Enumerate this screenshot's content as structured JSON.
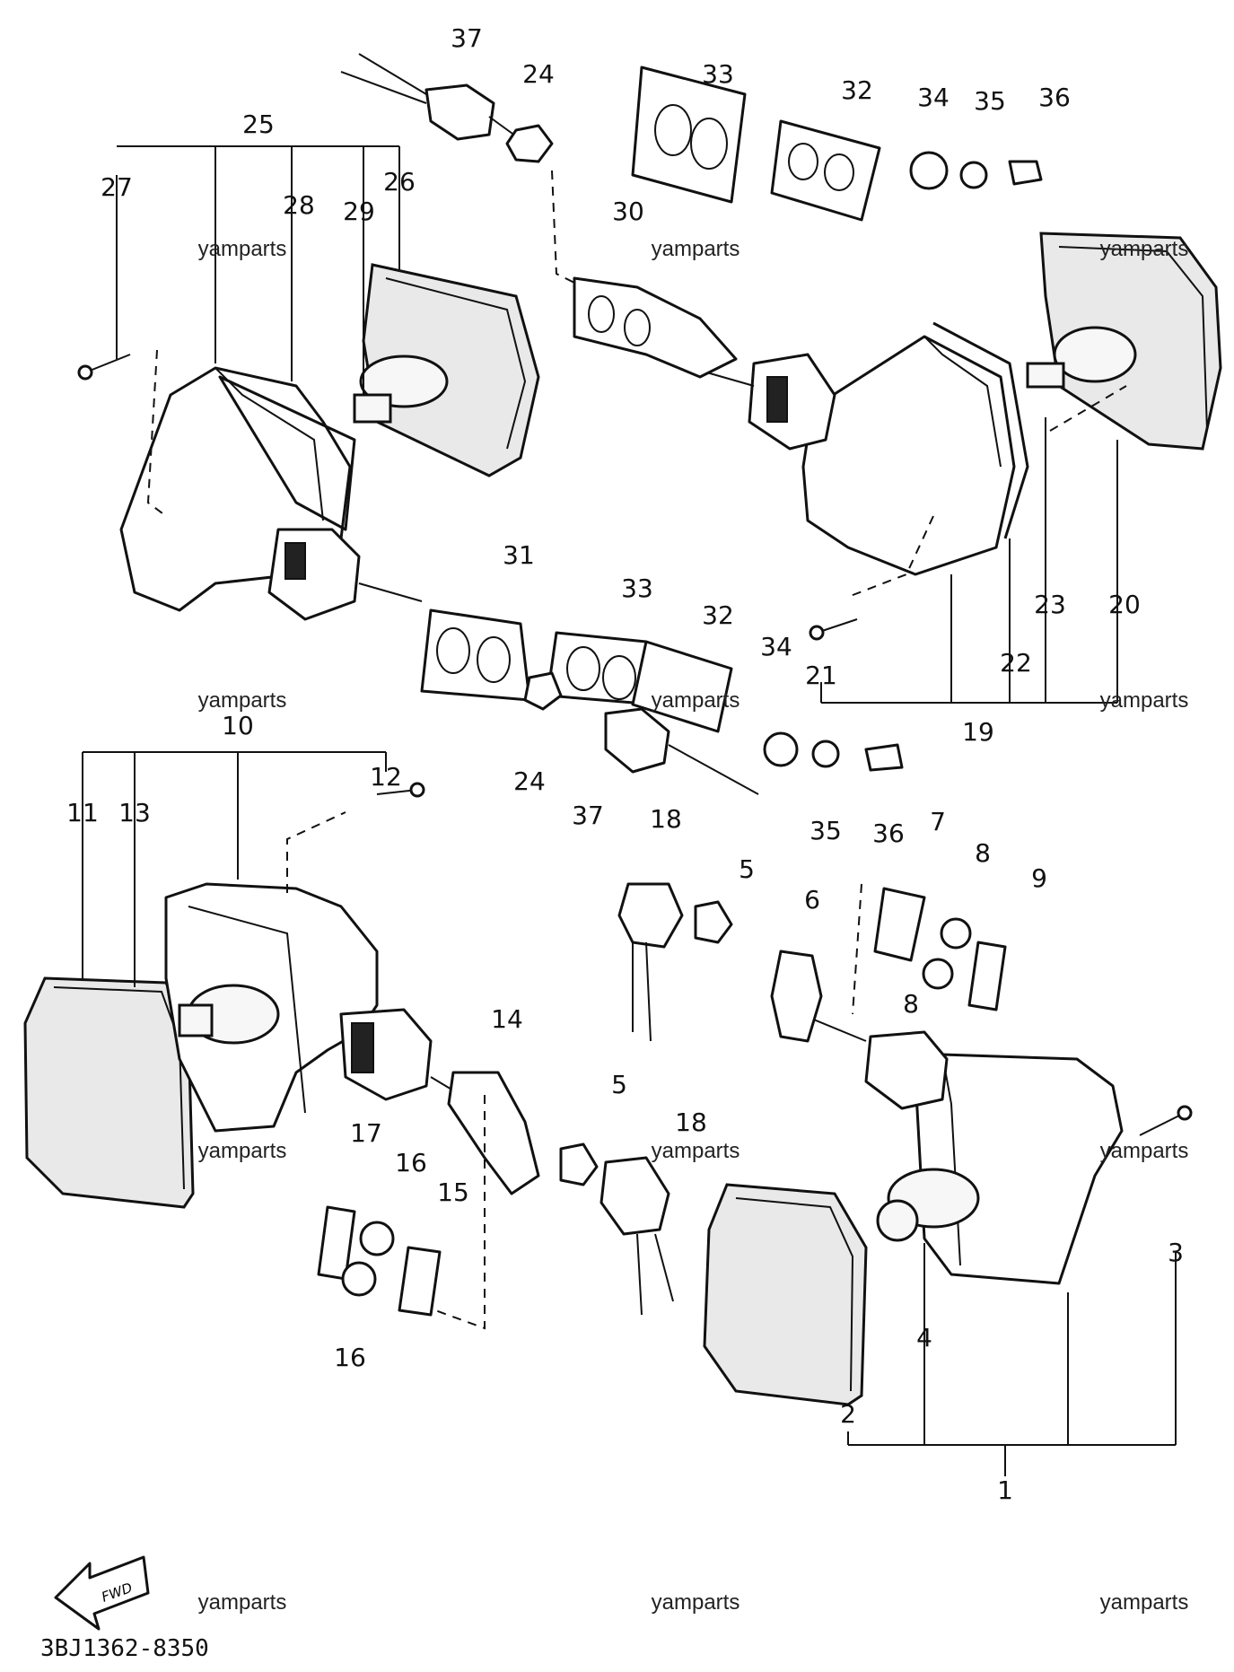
{
  "watermark": "yamparts",
  "diagram_code": "3BJ1362-8350",
  "fwd_arrow": {
    "label": "FWD"
  },
  "callouts": [
    {
      "num": "1"
    },
    {
      "num": "2"
    },
    {
      "num": "3"
    },
    {
      "num": "4"
    },
    {
      "num": "5"
    },
    {
      "num": "5"
    },
    {
      "num": "6"
    },
    {
      "num": "7"
    },
    {
      "num": "8"
    },
    {
      "num": "8"
    },
    {
      "num": "9"
    },
    {
      "num": "10"
    },
    {
      "num": "11"
    },
    {
      "num": "12"
    },
    {
      "num": "13"
    },
    {
      "num": "14"
    },
    {
      "num": "15"
    },
    {
      "num": "16"
    },
    {
      "num": "16"
    },
    {
      "num": "17"
    },
    {
      "num": "18"
    },
    {
      "num": "18"
    },
    {
      "num": "19"
    },
    {
      "num": "20"
    },
    {
      "num": "21"
    },
    {
      "num": "22"
    },
    {
      "num": "23"
    },
    {
      "num": "24"
    },
    {
      "num": "24"
    },
    {
      "num": "25"
    },
    {
      "num": "26"
    },
    {
      "num": "27"
    },
    {
      "num": "28"
    },
    {
      "num": "29"
    },
    {
      "num": "30"
    },
    {
      "num": "31"
    },
    {
      "num": "32"
    },
    {
      "num": "32"
    },
    {
      "num": "33"
    },
    {
      "num": "33"
    },
    {
      "num": "34"
    },
    {
      "num": "34"
    },
    {
      "num": "35"
    },
    {
      "num": "35"
    },
    {
      "num": "36"
    },
    {
      "num": "36"
    },
    {
      "num": "37"
    },
    {
      "num": "37"
    }
  ]
}
